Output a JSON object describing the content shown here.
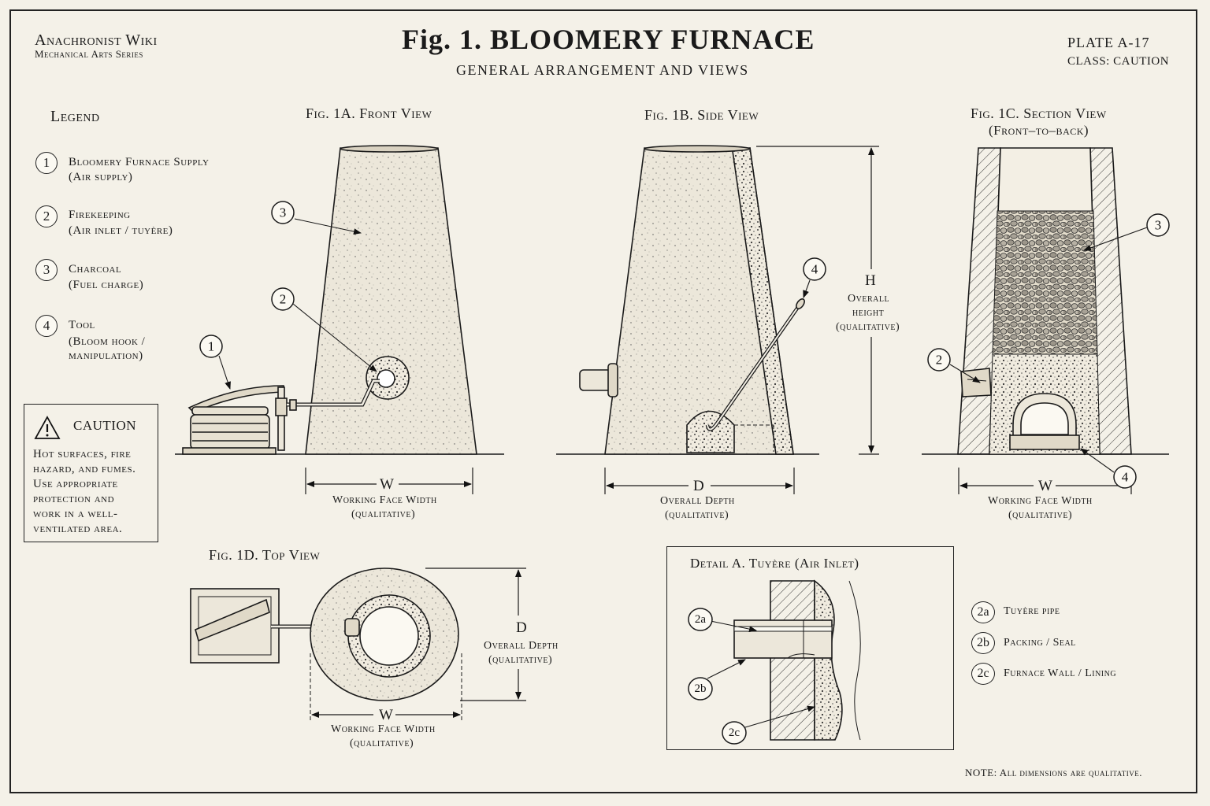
{
  "header": {
    "site_name": "Anachronist Wiki",
    "series": "Mechanical Arts Series",
    "title": "Fig. 1.  BLOOMERY FURNACE",
    "subtitle": "GENERAL ARRANGEMENT AND VIEWS",
    "plate": "PLATE  A-17",
    "class": "CLASS:  CAUTION"
  },
  "legend": {
    "title": "Legend",
    "items": [
      {
        "num": "1",
        "label": "Bloomery Furnace Supply",
        "sub": "(Air supply)"
      },
      {
        "num": "2",
        "label": "Firekeeping",
        "sub": "(Air inlet / tuyère)"
      },
      {
        "num": "3",
        "label": "Charcoal",
        "sub": "(Fuel charge)"
      },
      {
        "num": "4",
        "label": "Tool",
        "sub": "(Bloom hook /",
        "sub2": "manipulation)"
      }
    ]
  },
  "caution": {
    "title": "CAUTION",
    "lines": [
      "Hot surfaces, fire",
      "hazard, and fumes.",
      "Use appropriate",
      "protection and",
      "work in a well-",
      "ventilated area."
    ]
  },
  "views": {
    "front": {
      "title": "Fig. 1A.  Front View",
      "dim_letter": "W",
      "dim_label": "Working Face Width",
      "dim_qual": "(qualitative)"
    },
    "side": {
      "title": "Fig. 1B.  Side View",
      "dim_letter": "D",
      "dim_label": "Overall Depth",
      "dim_qual": "(qualitative)",
      "h_letter": "H",
      "h_label1": "Overall",
      "h_label2": "height",
      "h_qual": "(qualitative)"
    },
    "section": {
      "title": "Fig. 1C.  Section View",
      "title2": "(Front–to–back)",
      "dim_letter": "W",
      "dim_label": "Working Face Width",
      "dim_qual": "(qualitative)"
    },
    "top": {
      "title": "Fig. 1D.  Top View",
      "d_letter": "D",
      "d_label": "Overall Depth",
      "d_qual": "(qualitative)",
      "w_letter": "W",
      "w_label": "Working Face Width",
      "w_qual": "(qualitative)"
    }
  },
  "callouts": {
    "c1": "1",
    "c2": "2",
    "c3": "3",
    "c4": "4"
  },
  "detail": {
    "title": "Detail A.  Tuyère (Air Inlet)",
    "items": [
      {
        "num": "2a",
        "label": "Tuyère pipe"
      },
      {
        "num": "2b",
        "label": "Packing / Seal"
      },
      {
        "num": "2c",
        "label": "Furnace Wall / Lining"
      }
    ]
  },
  "note": "NOTE:  All dimensions are qualitative.",
  "colors": {
    "paper": "#f4f1e8",
    "ink": "#1a1a1a",
    "stone": "#ece7da"
  }
}
